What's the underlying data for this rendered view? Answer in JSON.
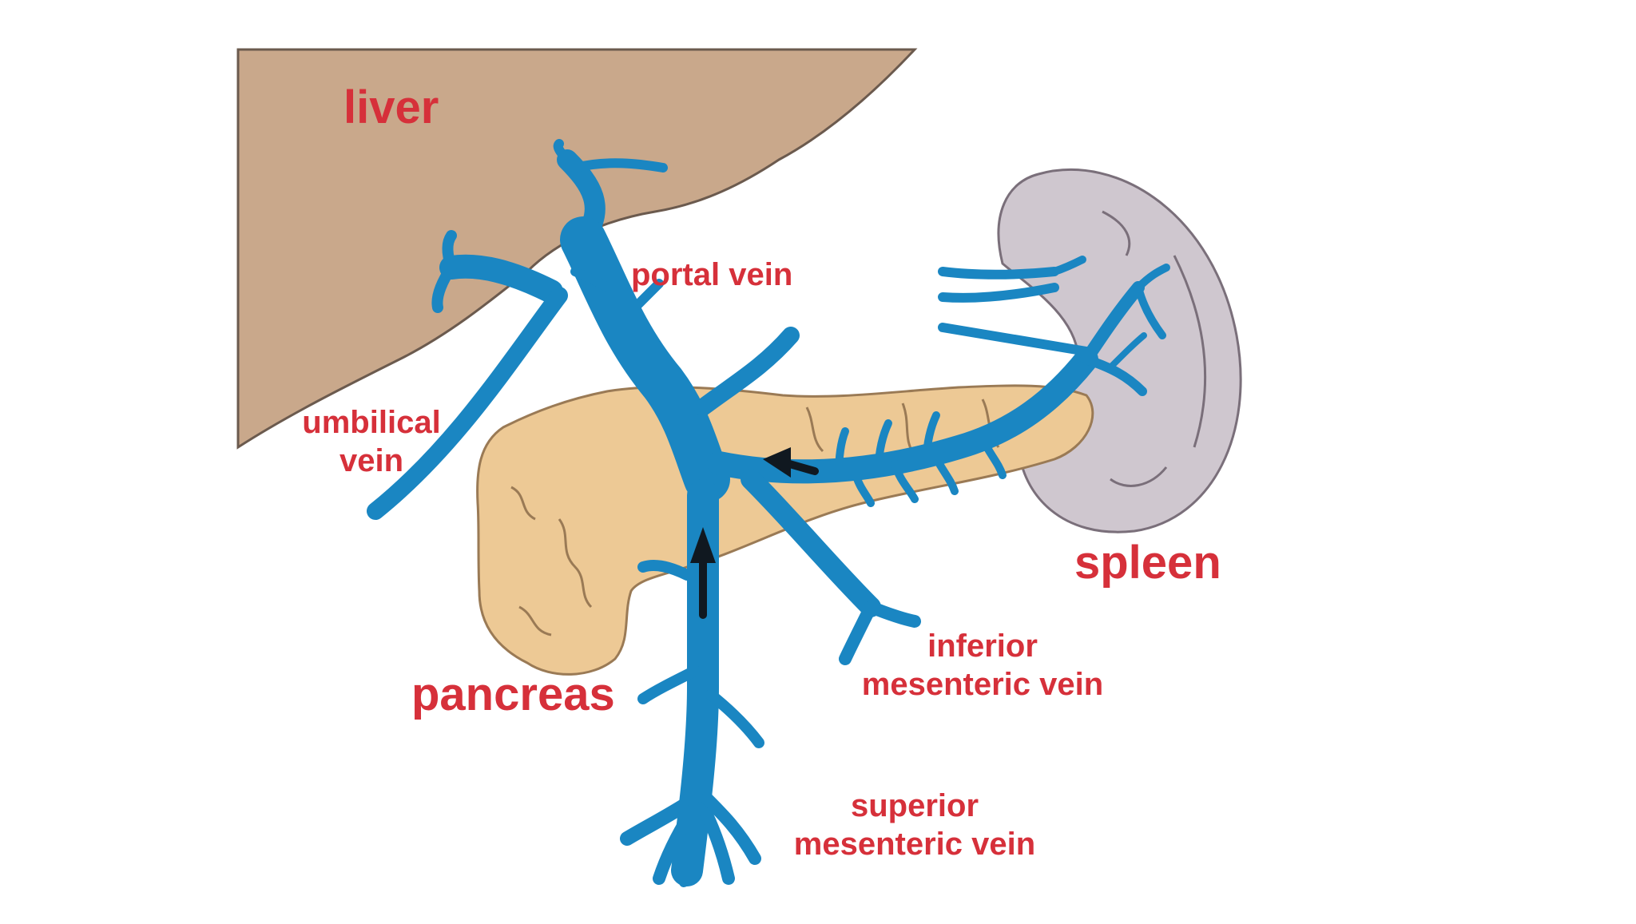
{
  "diagram": {
    "labels": {
      "liver": "liver",
      "portal_vein": "portal vein",
      "umbilical_vein_line1": "umbilical",
      "umbilical_vein_line2": "vein",
      "spleen": "spleen",
      "pancreas": "pancreas",
      "inferior_line1": "inferior",
      "inferior_line2": "mesenteric vein",
      "superior_line1": "superior",
      "superior_line2": "mesenteric vein"
    },
    "colors": {
      "label": "#d6303a",
      "liver": "#c9a88b",
      "liver_outline": "#6b5a4e",
      "pancreas": "#edc995",
      "pancreas_outline": "#9a7a55",
      "spleen": "#cfc7cf",
      "spleen_outline": "#7a6f7a",
      "vein": "#1a86c2",
      "vein_outline": "#0d4f78",
      "arrow": "#101820"
    }
  }
}
